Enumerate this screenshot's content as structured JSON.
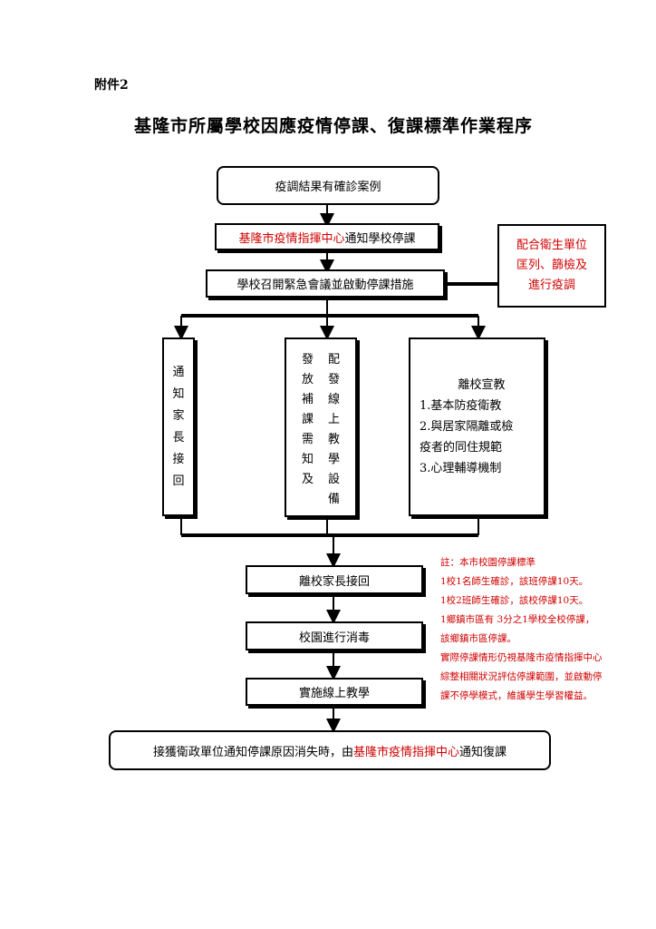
{
  "header": {
    "attachment": "附件2",
    "title": "基隆市所屬學校因應疫情停課、復課標準作業程序"
  },
  "flow": {
    "start": "疫調結果有確診案例",
    "notify_red": "基隆市疫情指揮中心",
    "notify_black": "通知學校停課",
    "meeting": "學校召開緊急會議並啟動停課措施",
    "side_lines": [
      "配合衛生單位",
      "匡列、篩檢及",
      "進行疫調"
    ],
    "branch_parent_chars": [
      "通",
      "知",
      "家",
      "長",
      "接",
      "回"
    ],
    "branch_middle_col1": [
      "發",
      "放",
      "補",
      "課",
      "需",
      "知",
      "及"
    ],
    "branch_middle_col2": [
      "配",
      "發",
      "線",
      "上",
      "教",
      "學",
      "設",
      "備"
    ],
    "branch_right_title": "離校宣教",
    "branch_right_lines": [
      "1.基本防疫衛教",
      "2.與居家隔離或檢",
      "疫者的同住規範",
      "3.心理輔導機制"
    ],
    "leave_school": "離校家長接回",
    "disinfect": "校園進行消毒",
    "online": "實施線上教學",
    "final_black": "接獲衛政單位通知停課原因消失時，由",
    "final_red": "基隆市疫情指揮中心",
    "final_black2": "通知復課"
  },
  "note": {
    "lines": [
      "註：本市校園停課標準",
      "1校1名師生確診，該班停課10天。",
      "1校2班師生確診，該校停課10天。",
      "1鄉鎮市區有 3分之1學校全校停課，",
      "該鄉鎮市區停課。",
      "實際停課情形仍視基隆市疫情指揮中心",
      "綜整相關狀況評估停課範圍，並啟動停",
      "課不停學模式，維護學生學習權益。"
    ]
  },
  "colors": {
    "red": "#d00000",
    "line": "#000000"
  }
}
